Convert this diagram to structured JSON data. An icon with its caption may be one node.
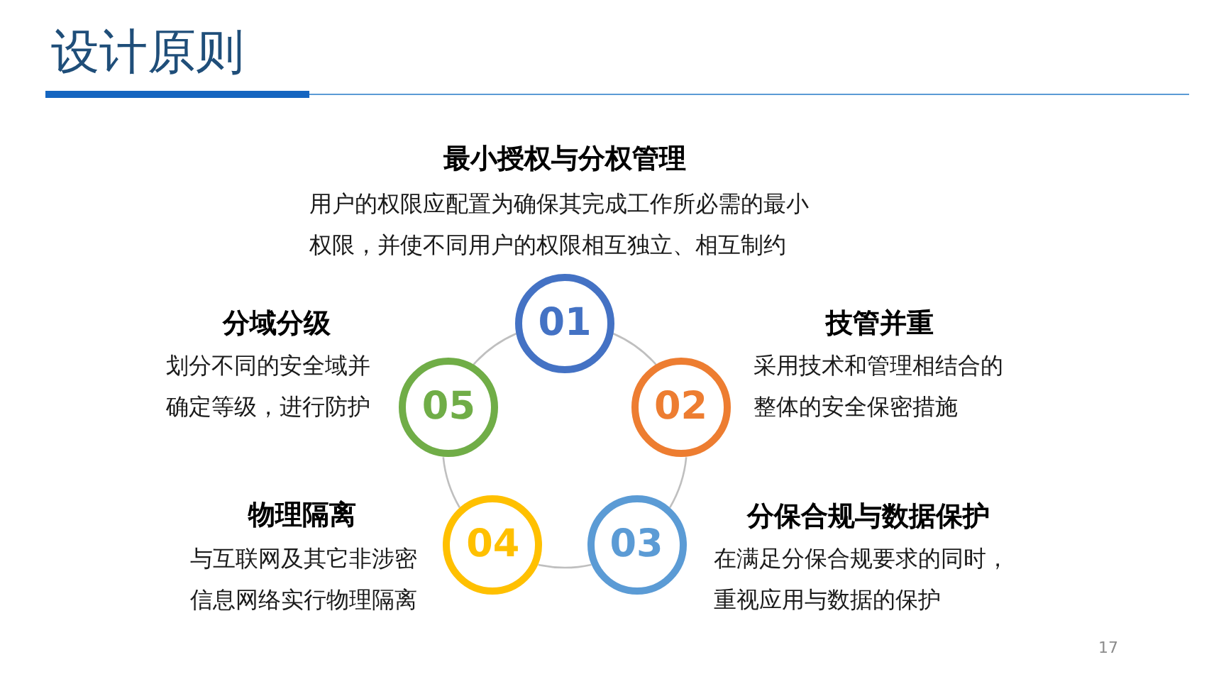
{
  "diagram": {
    "title": "设计原则",
    "nodes": [
      {
        "text": [
          "01"
        ],
        "beside": [
          "最小授权与分权管理",
          "用户的权限应配置为确保其完成工作所必需的最小权限，并使不同用户的权限相互独立、相互制约"
        ]
      },
      {
        "text": [
          "02"
        ],
        "beside": [
          "技管并重",
          "采用技术和管理相结合的整体的安全保密措施"
        ]
      },
      {
        "text": [
          "03"
        ],
        "beside": [
          "分保合规与数据保护",
          "在满足分保合规要求的同时，重视应用与数据的保护"
        ]
      },
      {
        "text": [
          "04"
        ],
        "beside": [
          "物理隔离",
          "与互联网及其它非涉密信息网络实行物理隔离"
        ]
      },
      {
        "text": [
          "05"
        ],
        "beside": [
          "分域分级",
          "划分不同的安全域并确定等级，进行防护"
        ]
      }
    ],
    "edges": [
      {
        "from": 0,
        "to": 1,
        "arrow": "none"
      },
      {
        "from": 1,
        "to": 2,
        "arrow": "none"
      },
      {
        "from": 2,
        "to": 3,
        "arrow": "none"
      },
      {
        "from": 3,
        "to": 4,
        "arrow": "none"
      },
      {
        "from": 4,
        "to": 0,
        "arrow": "none"
      }
    ],
    "labels": [
      "17"
    ]
  }
}
